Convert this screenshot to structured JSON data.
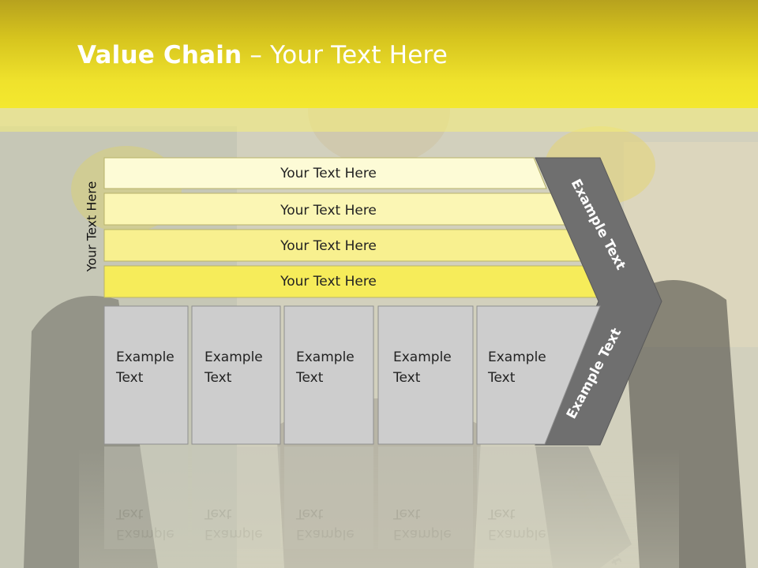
{
  "title": {
    "bold": "Value Chain",
    "rest": " – Your Text Here"
  },
  "side_label": "Your Text Here",
  "bars": [
    {
      "label": "Your Text Here",
      "fill": "#fdfbd6"
    },
    {
      "label": "Your Text Here",
      "fill": "#fbf6b4"
    },
    {
      "label": "Your Text Here",
      "fill": "#f8f08f"
    },
    {
      "label": "Your Text Here",
      "fill": "#f6ec5a"
    }
  ],
  "chevron": {
    "upper": "Example Text",
    "lower": "Example Text",
    "fill": "#6f6f6f"
  },
  "boxes": [
    {
      "line1": "Example",
      "line2": "Text"
    },
    {
      "line1": "Example",
      "line2": "Text"
    },
    {
      "line1": "Example",
      "line2": "Text"
    },
    {
      "line1": "Example",
      "line2": "Text"
    },
    {
      "line1": "Example",
      "line2": "Text"
    }
  ],
  "colors": {
    "title_band": "#f2e52c",
    "box_fill": "#cdcdcd",
    "box_stroke": "#8f8f8f"
  }
}
